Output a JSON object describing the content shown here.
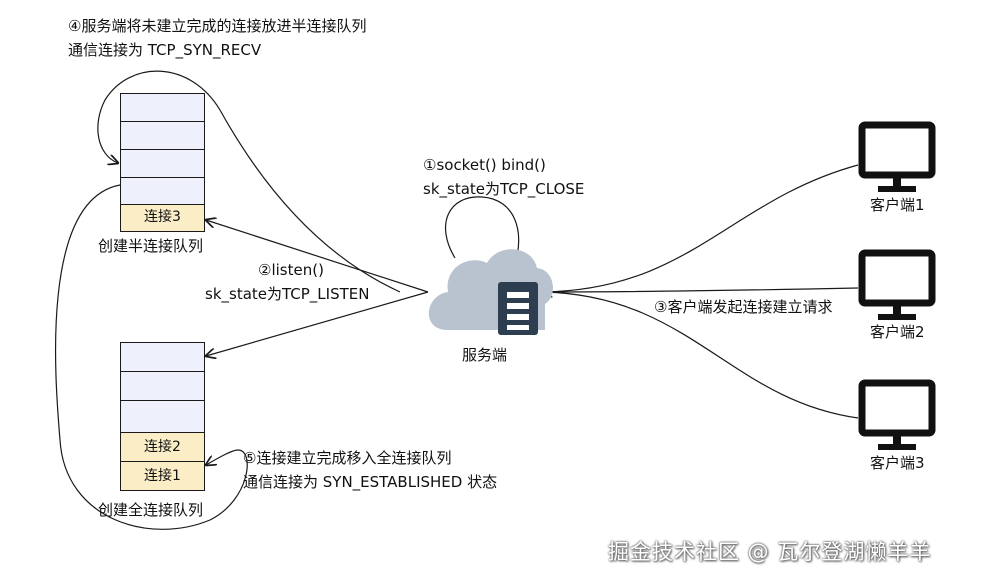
{
  "annotations": {
    "step4_line1": "④服务端将未建立完成的连接放进半连接队列",
    "step4_line2": "通信连接为 TCP_SYN_RECV",
    "step1_line1": "①socket() bind()",
    "step1_line2": "sk_state为TCP_CLOSE",
    "step2_line1": "②listen()",
    "step2_line2": "sk_state为TCP_LISTEN",
    "step3": "③客户端发起连接建立请求",
    "step5_line1": "⑤连接建立完成移入全连接队列",
    "step5_line2": "通信连接为 SYN_ESTABLISHED 状态"
  },
  "half_queue": {
    "label": "创建半连接队列",
    "entries": [
      "连接3"
    ]
  },
  "full_queue": {
    "label": "创建全连接队列",
    "entries": [
      "连接2",
      "连接1"
    ]
  },
  "server": {
    "label": "服务端",
    "icon": "cloud-server-icon",
    "cloud_color": "#b9c3cf",
    "server_color": "#2c3e50"
  },
  "clients": [
    {
      "label": "客户端1",
      "icon": "monitor-icon"
    },
    {
      "label": "客户端2",
      "icon": "monitor-icon"
    },
    {
      "label": "客户端3",
      "icon": "monitor-icon"
    }
  ],
  "watermark": "掘金技术社区 @ 瓦尔登湖懒羊羊"
}
